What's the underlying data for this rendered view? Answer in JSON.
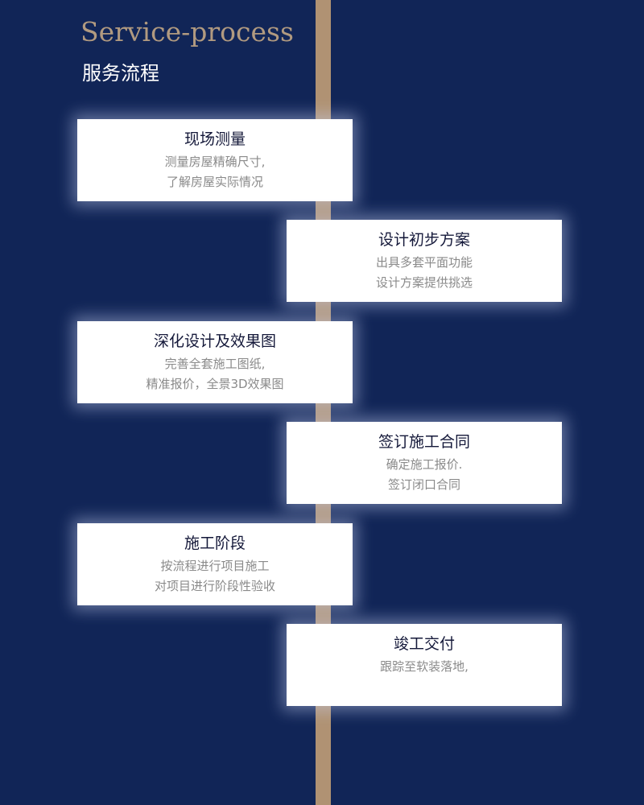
{
  "header": {
    "title_en": "Service-process",
    "title_cn": "服务流程"
  },
  "steps": [
    {
      "title": "现场测量",
      "lines": [
        "测量房屋精确尺寸,",
        "了解房屋实际情况"
      ]
    },
    {
      "title": "设计初步方案",
      "lines": [
        "出具多套平面功能",
        "设计方案提供挑选"
      ]
    },
    {
      "title": "深化设计及效果图",
      "lines": [
        "完善全套施工图纸,",
        "精准报价，全景3D效果图"
      ]
    },
    {
      "title": "签订施工合同",
      "lines": [
        "确定施工报价.",
        "签订闭口合同"
      ]
    },
    {
      "title": "施工阶段",
      "lines": [
        "按流程进行项目施工",
        "对项目进行阶段性验收"
      ]
    },
    {
      "title": "竣工交付",
      "lines": [
        "跟踪至软装落地,",
        ""
      ]
    }
  ]
}
